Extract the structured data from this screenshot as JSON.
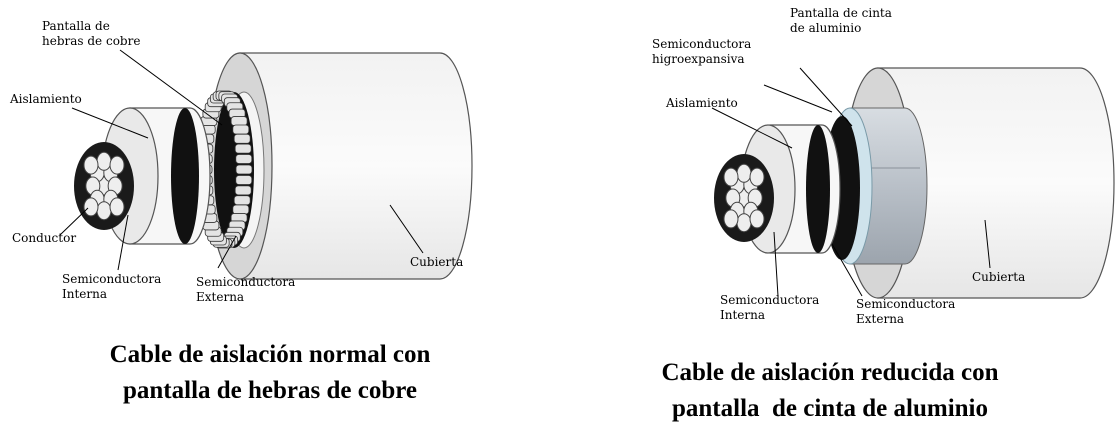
{
  "left_panel": {
    "labels": {
      "screen": "Pantalla de\nhebras de cobre",
      "insulation": "Aislamiento",
      "conductor": "Conductor",
      "inner_semi": "Semiconductora\nInterna",
      "outer_semi": "Semiconductora\nExterna",
      "jacket": "Cubierta"
    },
    "caption_line1": "Cable de aislación normal con",
    "caption_line2": "pantalla de hebras de cobre"
  },
  "right_panel": {
    "labels": {
      "screen": "Pantalla de cinta\nde aluminio",
      "swelling": "Semiconductora\nhigroexpansiva",
      "insulation": "Aislamiento",
      "inner_semi": "Semiconductora\nInterna",
      "outer_semi": "Semiconductora\nExterna",
      "jacket": "Cubierta"
    },
    "caption_line1": "Cable de aislación reducida con",
    "caption_line2": "pantalla  de cinta de aluminio"
  }
}
